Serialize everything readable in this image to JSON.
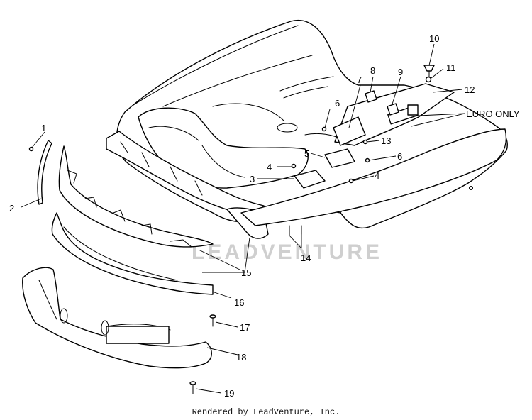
{
  "diagram": {
    "callouts": {
      "c1": "1",
      "c2": "2",
      "c3": "3",
      "c4a": "4",
      "c4b": "4",
      "c5": "5",
      "c6a": "6",
      "c6b": "6",
      "c7": "7",
      "c8": "8",
      "c9": "9",
      "c10": "10",
      "c11": "11",
      "c12": "12",
      "c13": "13",
      "c14": "14",
      "c15": "15",
      "c16": "16",
      "c17": "17",
      "c18": "18",
      "c19": "19"
    },
    "euro_label": "EURO ONLY",
    "watermark": "LEADVENTURE"
  },
  "footer": {
    "credit": "Rendered by LeadVenture, Inc."
  }
}
